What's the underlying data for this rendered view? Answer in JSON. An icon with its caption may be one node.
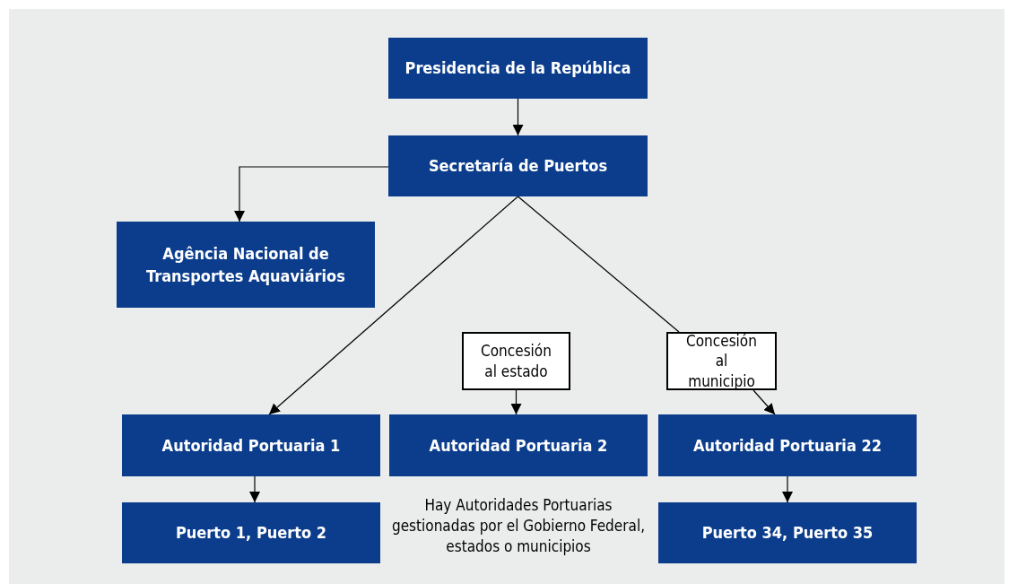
{
  "diagram": {
    "nodes": [
      {
        "text": [
          "Presidencia de la República"
        ]
      },
      {
        "text": [
          "Secretaría de Puertos"
        ]
      },
      {
        "text": [
          "Agência Nacional de Transportes Aquaviários"
        ]
      },
      {
        "text": [
          "Concesión al estado"
        ]
      },
      {
        "text": [
          "Concesión al municipio"
        ]
      },
      {
        "text": [
          "Autoridad Portuaria 1"
        ]
      },
      {
        "text": [
          "Autoridad Portuaria 2"
        ]
      },
      {
        "text": [
          "Autoridad Portuaria 22"
        ]
      },
      {
        "text": [
          "Puerto 1, Puerto 2"
        ]
      },
      {
        "text": [
          "Puerto 34, Puerto 35"
        ]
      }
    ],
    "edges": [
      {
        "from": 0,
        "to": 1,
        "arrow": "to"
      },
      {
        "from": 1,
        "to": 2,
        "arrow": "to"
      },
      {
        "from": 1,
        "to": 5,
        "arrow": "to"
      },
      {
        "from": 1,
        "to": 4,
        "arrow": "none"
      },
      {
        "from": 3,
        "to": 6,
        "arrow": "to"
      },
      {
        "from": 4,
        "to": 7,
        "arrow": "to"
      },
      {
        "from": 5,
        "to": 8,
        "arrow": "to"
      },
      {
        "from": 7,
        "to": 9,
        "arrow": "to"
      }
    ],
    "labels": [
      "Hay Autoridades Portuarias gestionadas por el Gobierno Federal, estados o municipios"
    ]
  }
}
